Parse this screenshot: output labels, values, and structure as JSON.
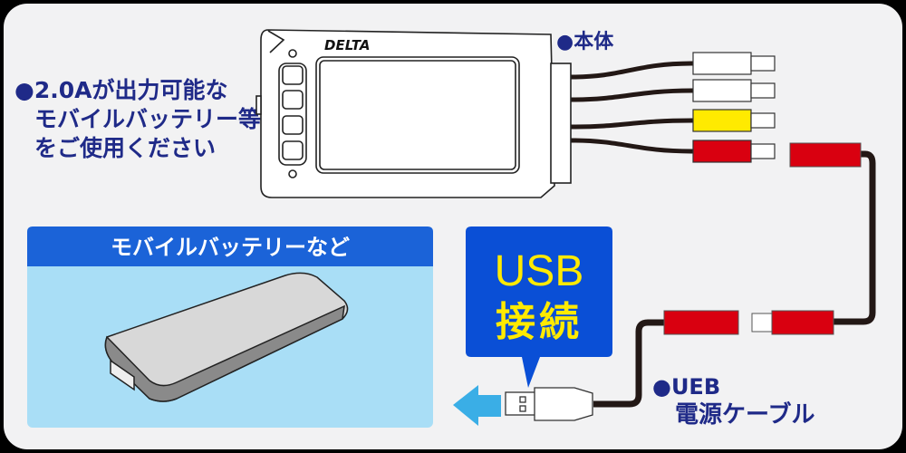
{
  "left_note": {
    "lines": [
      "●2.0Aが出力可能な",
      "モバイルバッテリー等",
      "をご使用ください"
    ]
  },
  "device": {
    "brand": "DELTA",
    "label": "●本体"
  },
  "battery_box": {
    "title": "モバイルバッテリーなど"
  },
  "usb_bubble": {
    "line1": "USB",
    "line2": "接続"
  },
  "cable_label": {
    "line1": "●UEB",
    "line2": "電源ケーブル"
  },
  "colors": {
    "navy": "#1f2a88",
    "bubble_blue": "#0a4fd6",
    "header_blue": "#1b63d8",
    "light_blue": "#a9def6",
    "yellow": "#ffea00",
    "red": "#d90010",
    "arrow": "#3aaee6"
  },
  "rca_plugs": [
    "white",
    "white",
    "yellow",
    "red"
  ]
}
